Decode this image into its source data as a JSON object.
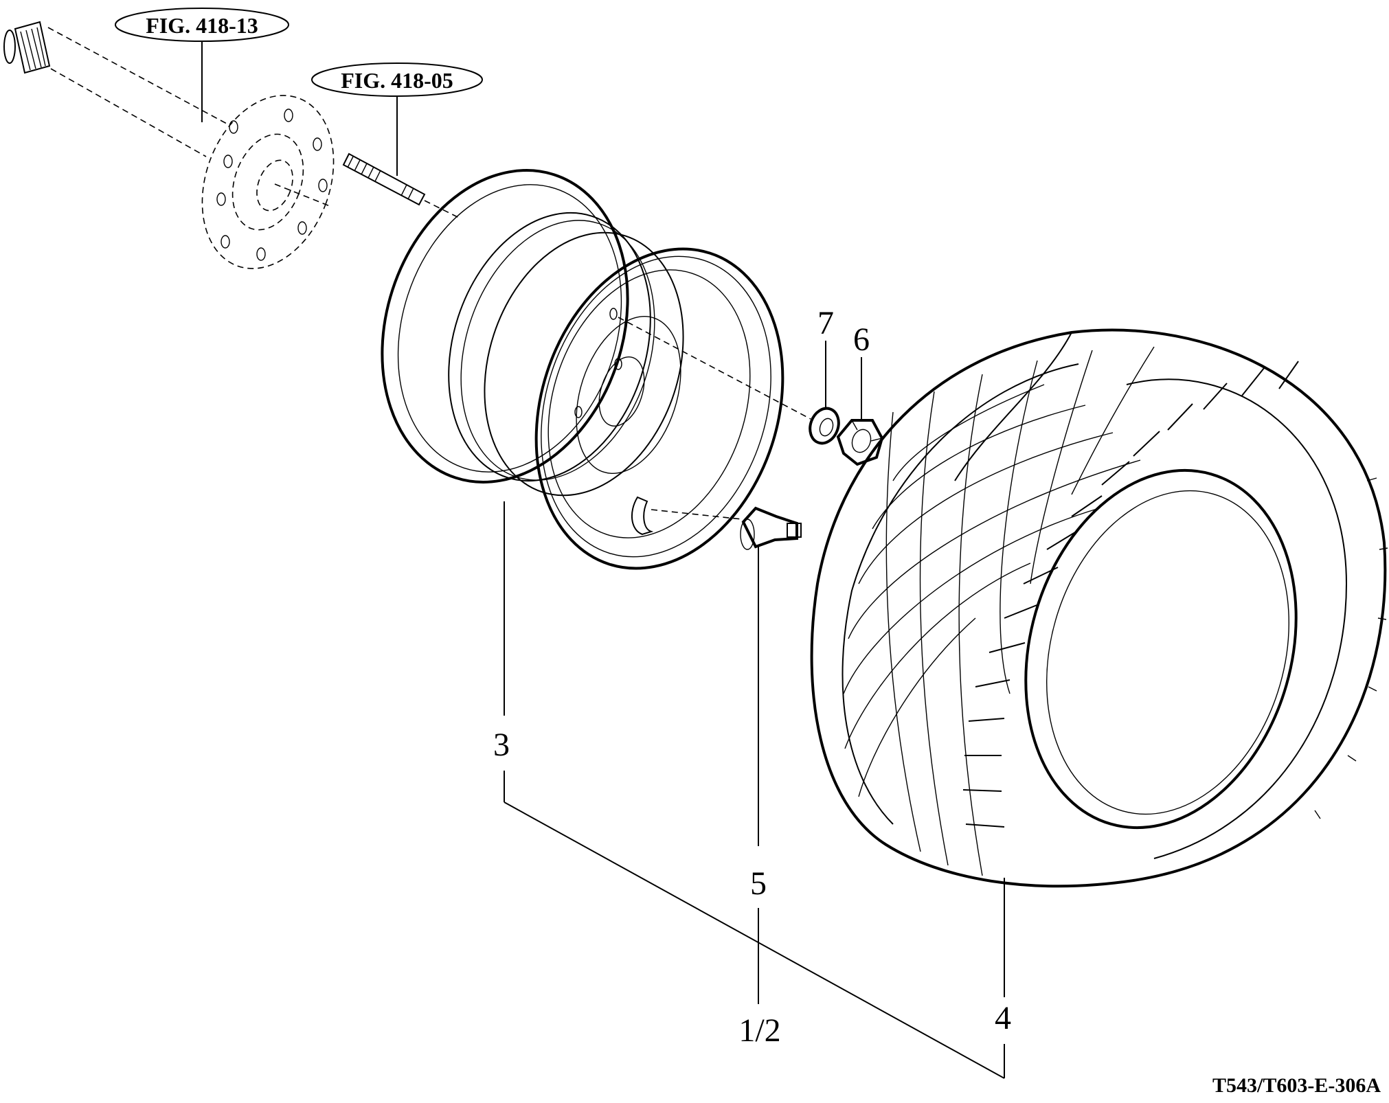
{
  "fig_refs": {
    "shaft": "FIG. 418-13",
    "stud": "FIG. 418-05"
  },
  "callouts": {
    "rim": "3",
    "tire": "4",
    "valve": "5",
    "nut": "6",
    "washer": "7",
    "assembly": "1/2"
  },
  "drawing_code": "T543/T603-E-306A"
}
